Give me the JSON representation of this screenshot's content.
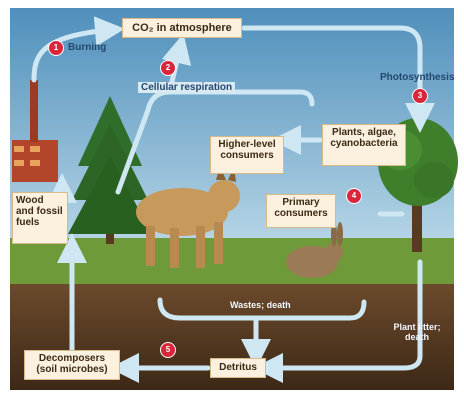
{
  "colors": {
    "sky": "#6aa6c9",
    "grass": "#6f9a3a",
    "soil": "#5a3a22",
    "arrow": "#cfe6f3",
    "marker": "#d9263a",
    "box": "#fbf1de"
  },
  "diagram": {
    "boxes": {
      "co2": "CO₂ in atmosphere",
      "producers": "Plants, algae, cyanobacteria",
      "higher_consumers": "Higher-level consumers",
      "primary_consumers": "Primary consumers",
      "fuels": "Wood and fossil fuels",
      "decomposers": "Decomposers (soil microbes)",
      "detritus": "Detritus"
    },
    "labels": {
      "burning": "Burning",
      "respiration": "Cellular respiration",
      "photosynthesis": "Photosynthesis",
      "wastes": "Wastes; death",
      "plant_litter": "Plant litter; death"
    },
    "markers": [
      "1",
      "2",
      "3",
      "4",
      "5"
    ]
  }
}
